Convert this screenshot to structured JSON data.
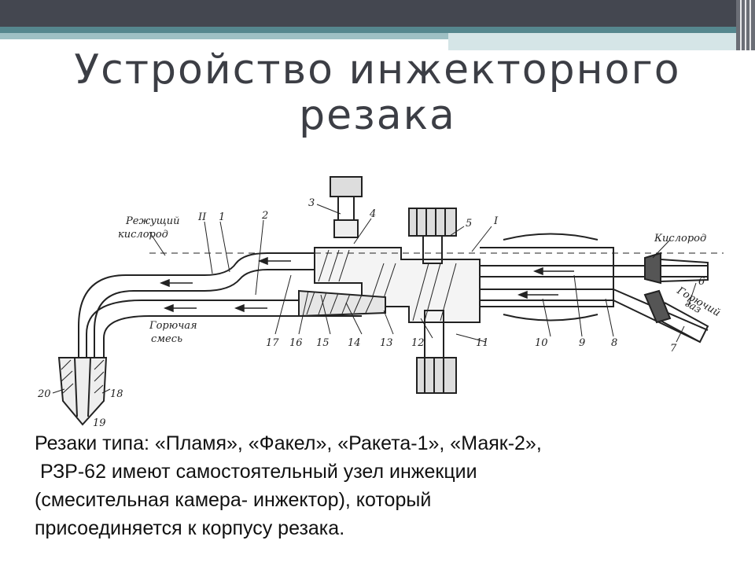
{
  "slide": {
    "title_line1": "Устройство инжекторного",
    "title_line2": "резака",
    "colors": {
      "header_bar": "#444750",
      "accent": "#56878e",
      "accent_light": "#9fc0c4",
      "title_text": "#3c3e45"
    }
  },
  "diagram": {
    "labels": {
      "cutting_oxygen_1": "Режущий",
      "cutting_oxygen_2": "кислород",
      "oxygen": "Кислород",
      "fuel_gas_1": "Горючий",
      "fuel_gas_2": "газ",
      "fuel_mix_1": "Горючая",
      "fuel_mix_2": "смесь",
      "roman_2": "II",
      "roman_1": "I"
    },
    "numbers": [
      "1",
      "2",
      "3",
      "4",
      "5",
      "6",
      "7",
      "8",
      "9",
      "10",
      "11",
      "12",
      "13",
      "14",
      "15",
      "16",
      "17",
      "18",
      "19",
      "20"
    ]
  },
  "caption": {
    "line1": "Резаки типа: «Пламя»,  «Факел», «Ракета-1», «Маяк-2»,",
    "line2": " РЗР-62 имеют самостоятельный узел инжекции",
    "line3": "(смесительная камера- инжектор), который",
    "line4": "присоединяется к корпусу резака."
  }
}
